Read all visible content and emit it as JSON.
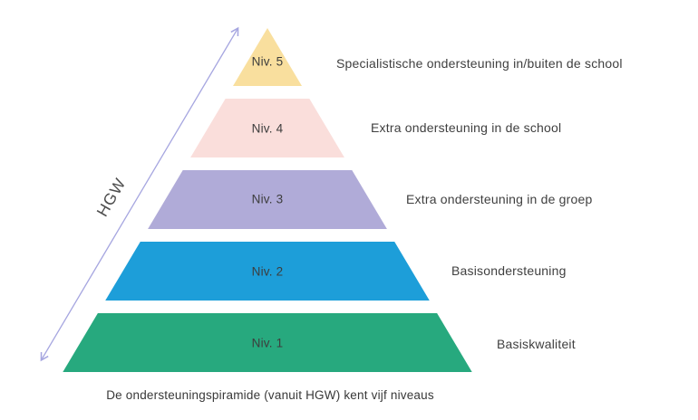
{
  "caption": "De ondersteuningspiramide (vanuit HGW) kent vijf niveaus",
  "arrow_label": "HGW",
  "colors": {
    "arrow": "#a6a6e0",
    "text": "#3d3d3d"
  },
  "levels": [
    {
      "label": "Niv. 5",
      "description": "Specialistische ondersteuning in/buiten de school",
      "color": "#f9df9e"
    },
    {
      "label": "Niv. 4",
      "description": "Extra ondersteuning in de school",
      "color": "#fadedb"
    },
    {
      "label": "Niv. 3",
      "description": "Extra ondersteuning in de groep",
      "color": "#b0abd8"
    },
    {
      "label": "Niv. 2",
      "description": "Basisondersteuning",
      "color": "#1d9ed9"
    },
    {
      "label": "Niv. 1",
      "description": "Basiskwaliteit",
      "color": "#27a97e"
    }
  ]
}
